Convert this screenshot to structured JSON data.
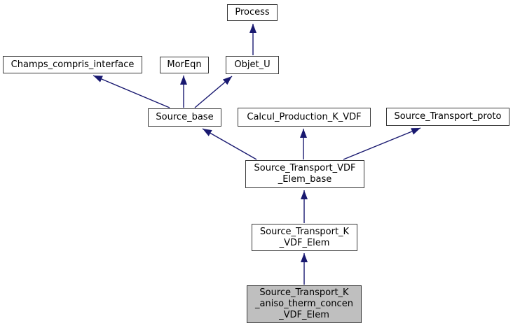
{
  "diagram": {
    "type": "class-inheritance-graph",
    "colors": {
      "background": "#ffffff",
      "arrow": "#191970",
      "node_border": "#3a3a3a",
      "node_fill": "#ffffff",
      "highlight_fill": "#bfbfbf",
      "text": "#000000"
    },
    "nodes": [
      {
        "id": "Process",
        "label": "Process",
        "lines": [
          "Process"
        ],
        "highlighted": false
      },
      {
        "id": "Champs_compris_interface",
        "label": "Champs_compris_interface",
        "lines": [
          "Champs_compris_interface"
        ],
        "highlighted": false
      },
      {
        "id": "MorEqn",
        "label": "MorEqn",
        "lines": [
          "MorEqn"
        ],
        "highlighted": false
      },
      {
        "id": "Objet_U",
        "label": "Objet_U",
        "lines": [
          "Objet_U"
        ],
        "highlighted": false
      },
      {
        "id": "Source_base",
        "label": "Source_base",
        "lines": [
          "Source_base"
        ],
        "highlighted": false
      },
      {
        "id": "Calcul_Production_K_VDF",
        "label": "Calcul_Production_K_VDF",
        "lines": [
          "Calcul_Production_K_VDF"
        ],
        "highlighted": false
      },
      {
        "id": "Source_Transport_proto",
        "label": "Source_Transport_proto",
        "lines": [
          "Source_Transport_proto"
        ],
        "highlighted": false
      },
      {
        "id": "Source_Transport_VDF_Elem_base",
        "label": "Source_Transport_VDF_Elem_base",
        "lines": [
          "Source_Transport_VDF",
          "_Elem_base"
        ],
        "highlighted": false
      },
      {
        "id": "Source_Transport_K_VDF_Elem",
        "label": "Source_Transport_K_VDF_Elem",
        "lines": [
          "Source_Transport_K",
          "_VDF_Elem"
        ],
        "highlighted": false
      },
      {
        "id": "Source_Transport_K_aniso_therm_concen_VDF_Elem",
        "label": "Source_Transport_K_aniso_therm_concen_VDF_Elem",
        "lines": [
          "Source_Transport_K",
          "_aniso_therm_concen",
          "_VDF_Elem"
        ],
        "highlighted": true
      }
    ],
    "edges": [
      {
        "from": "Objet_U",
        "to": "Process"
      },
      {
        "from": "Source_base",
        "to": "Champs_compris_interface"
      },
      {
        "from": "Source_base",
        "to": "MorEqn"
      },
      {
        "from": "Source_base",
        "to": "Objet_U"
      },
      {
        "from": "Source_Transport_VDF_Elem_base",
        "to": "Source_base"
      },
      {
        "from": "Source_Transport_VDF_Elem_base",
        "to": "Calcul_Production_K_VDF"
      },
      {
        "from": "Source_Transport_VDF_Elem_base",
        "to": "Source_Transport_proto"
      },
      {
        "from": "Source_Transport_K_VDF_Elem",
        "to": "Source_Transport_VDF_Elem_base"
      },
      {
        "from": "Source_Transport_K_aniso_therm_concen_VDF_Elem",
        "to": "Source_Transport_K_VDF_Elem"
      }
    ]
  }
}
